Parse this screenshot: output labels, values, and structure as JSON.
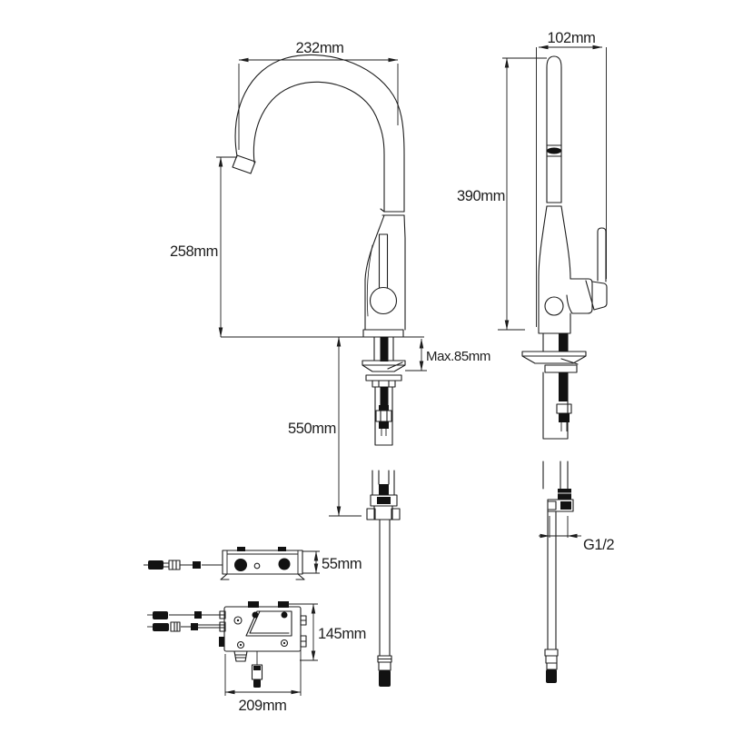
{
  "page": {
    "background": "#ffffff",
    "line_color": "#1d1d1d"
  },
  "dimensions": {
    "spout_reach": "232mm",
    "spout_outlet_height": "258mm",
    "max_deck_thickness": "Max.85mm",
    "hose_drop_length": "550mm",
    "depth": "102mm",
    "overall_height": "390mm",
    "inlet_thread": "G1/2",
    "control_box_depth": "55mm",
    "control_box_height": "145mm",
    "control_box_width": "209mm"
  }
}
